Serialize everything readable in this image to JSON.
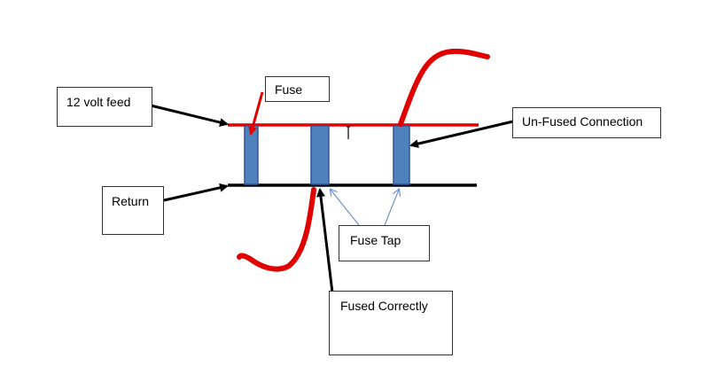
{
  "labels": {
    "feed": "12 volt feed",
    "fuse": "Fuse",
    "unfused": "Un-Fused Connection",
    "return": "Return",
    "fuse_tap": "Fuse Tap",
    "fused": "Fused Correctly"
  },
  "colors": {
    "feed_wire": "#e00000",
    "return_wire": "#000000",
    "fuse_body": "#4f81bd",
    "fuse_outline": "#2f5597",
    "annotation_mark": "#e00000",
    "tap_arrow": "#6f93c9"
  }
}
